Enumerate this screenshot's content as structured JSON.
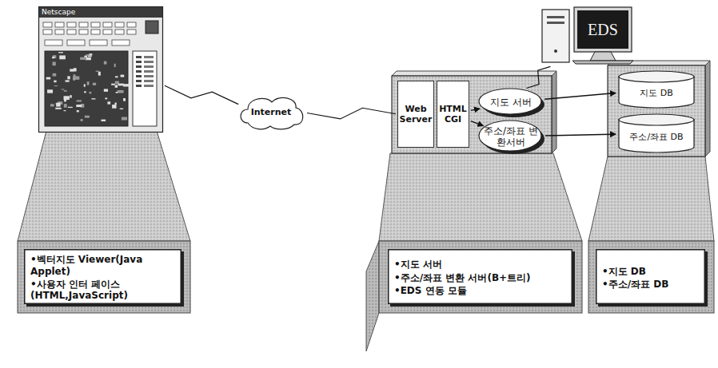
{
  "diagram": {
    "nodes": [
      {
        "text": [
          "Netscape"
        ]
      },
      {
        "text": [
          "•벡터지도 Viewer(Java Applet)",
          "•사용자 인터 페이스 (HTML,JavaScript)"
        ]
      },
      {
        "text": [
          "Internet"
        ]
      },
      {
        "text": [
          "Web Server"
        ]
      },
      {
        "text": [
          "HTML CGI"
        ]
      },
      {
        "text": [
          "지도 서버"
        ]
      },
      {
        "text": [
          "주소/좌표 변환서버"
        ]
      },
      {
        "text": [
          "EDS"
        ]
      },
      {
        "text": [
          "지도 DB"
        ]
      },
      {
        "text": [
          "주소/좌표 DB"
        ]
      },
      {
        "text": [
          "•지도 서버",
          "•주소/좌표 변환 서버(B+트리)",
          "•EDS 연동 모듈"
        ]
      },
      {
        "text": [
          "•지도 DB",
          "•주소/좌표 DB"
        ]
      }
    ],
    "edges": [
      {
        "from": 0,
        "to": 2,
        "arrow": "none"
      },
      {
        "from": 2,
        "to": 3,
        "arrow": "none"
      },
      {
        "from": 4,
        "to": 5,
        "arrow": "to"
      },
      {
        "from": 4,
        "to": 6,
        "arrow": "to"
      },
      {
        "from": 5,
        "to": 8,
        "arrow": "to"
      },
      {
        "from": 6,
        "to": 9,
        "arrow": "to"
      },
      {
        "from": 5,
        "to": 7,
        "arrow": "none"
      }
    ]
  }
}
